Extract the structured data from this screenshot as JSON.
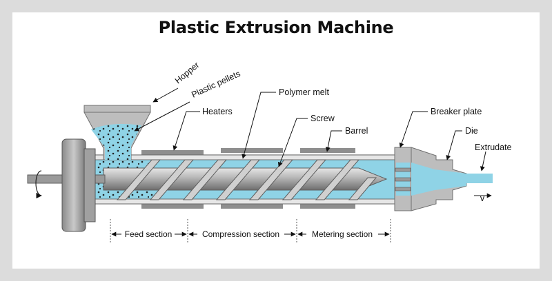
{
  "title": "Plastic Extrusion Machine",
  "labels": {
    "hopper": "Hopper",
    "plastic_pellets": "Plastic pellets",
    "heaters": "Heaters",
    "polymer_melt": "Polymer melt",
    "screw": "Screw",
    "barrel": "Barrel",
    "breaker_plate": "Breaker plate",
    "die": "Die",
    "extrudate": "Extrudate",
    "motion_marker": "v"
  },
  "sections": {
    "feed": "Feed section",
    "compression": "Compression section",
    "metering": "Metering section"
  },
  "colors": {
    "background": "#dcdcdc",
    "panel": "#ffffff",
    "melt": "#8fd3e6",
    "metal": "#a9a9a9",
    "dark_metal": "#6f6f6f",
    "text": "#111111"
  }
}
